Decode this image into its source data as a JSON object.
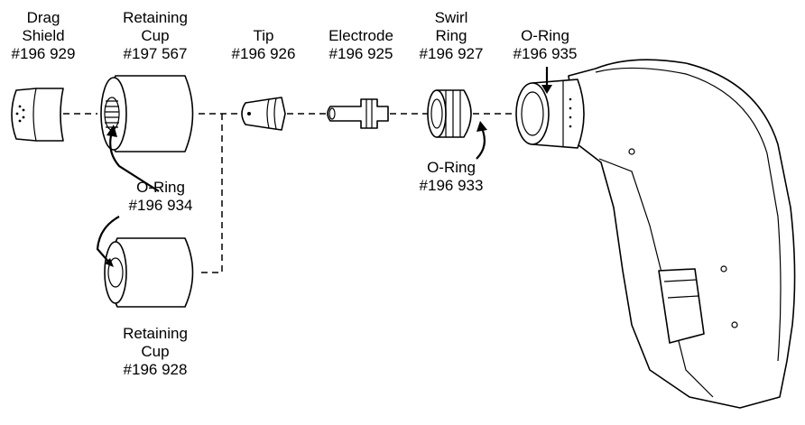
{
  "labels": {
    "drag_shield": [
      "Drag",
      "Shield",
      "#196 929"
    ],
    "retaining_cup_top": [
      "Retaining",
      "Cup",
      "#197 567"
    ],
    "tip": [
      "Tip",
      "#196 926"
    ],
    "electrode": [
      "Electrode",
      "#196 925"
    ],
    "swirl_ring": [
      "Swirl",
      "Ring",
      "#196 927"
    ],
    "oring_torch": [
      "O-Ring",
      "#196 935"
    ],
    "oring_cup": [
      "O-Ring",
      "#196 934"
    ],
    "oring_swirl": [
      "O-Ring",
      "#196 933"
    ],
    "retaining_cup_bottom": [
      "Retaining",
      "Cup",
      "#196 928"
    ]
  }
}
